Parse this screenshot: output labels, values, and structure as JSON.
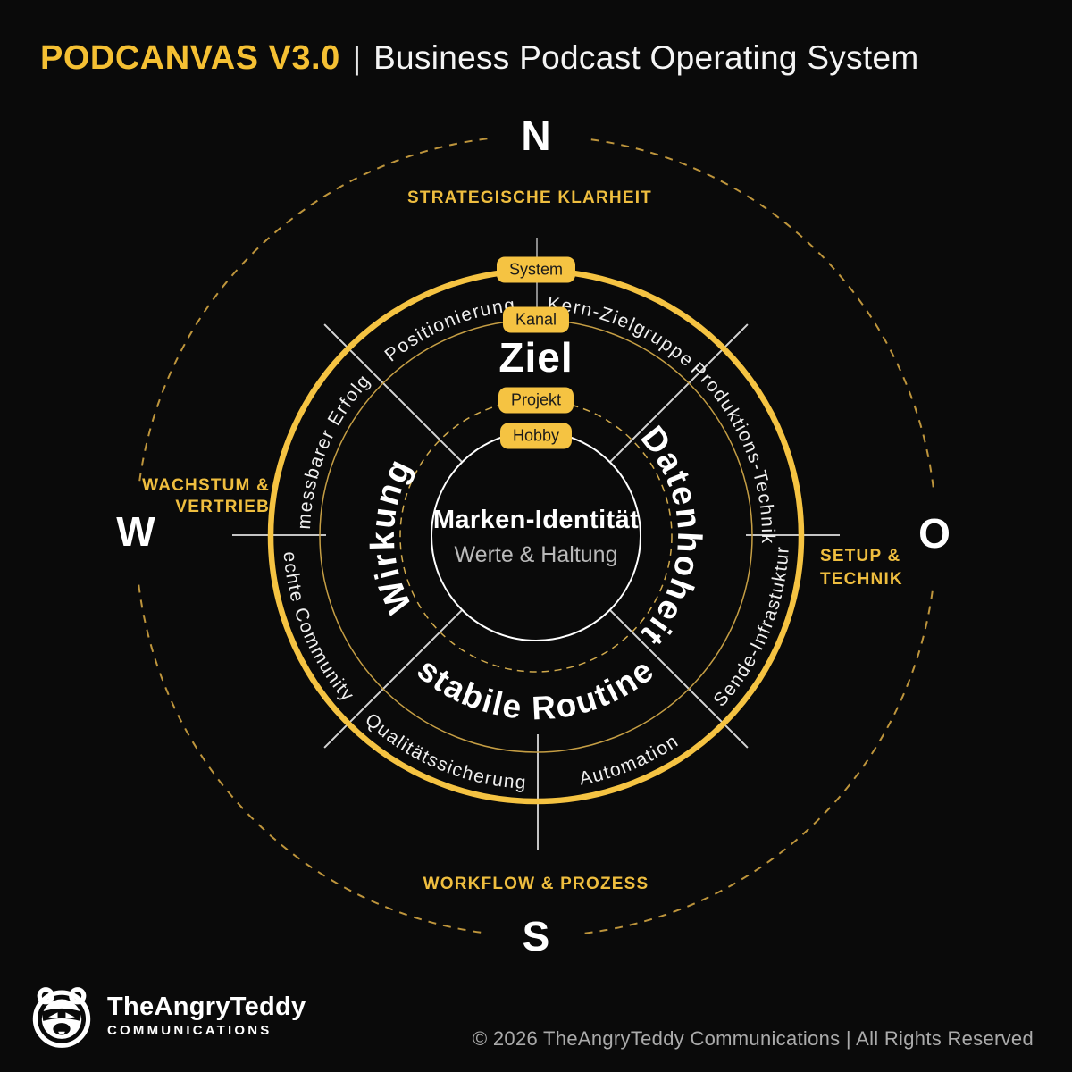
{
  "header": {
    "brand": "PODCANVAS V3.0",
    "separator": "|",
    "subtitle": "Business Podcast Operating System"
  },
  "compass": {
    "north": "N",
    "west": "W",
    "east": "O",
    "south": "S"
  },
  "outer_labels": {
    "north": "STRATEGISCHE KLARHEIT",
    "west": "WACHSTUM &\nVERTRIEB",
    "east": "SETUP &\nTECHNIK",
    "south": "WORKFLOW & PROZESS"
  },
  "ring_labels": {
    "w_upper": "messbarer Erfolg",
    "nw": "Positionierung",
    "ne": "Kern-Zielgruppe",
    "e_upper": "Produktions-Technik",
    "e_lower": "Sende-Infrastuktur",
    "se": "Automation",
    "sw": "Qualitätssicherung",
    "w_lower": "echte Community"
  },
  "quadrants": {
    "north": "Ziel",
    "east": "Datenhoheit",
    "south": "stabile Routine",
    "west": "Wirkung"
  },
  "pills": [
    "System",
    "Kanal",
    "Projekt",
    "Hobby"
  ],
  "center": {
    "title": "Marken-Identität",
    "subtitle": "Werte & Haltung"
  },
  "footer": {
    "logo_title": "TheAngryTeddy",
    "logo_subtitle": "COMMUNICATIONS",
    "copyright": "© 2026 TheAngryTeddy Communications | All Rights Reserved"
  },
  "colors": {
    "background": "#0A0A0A",
    "accent_yellow": "#F5C342",
    "dim_gold": "#C59E44",
    "outer_dash_gold": "#BE953C",
    "white": "#FFFFFF",
    "muted_text": "#ABABAB"
  }
}
